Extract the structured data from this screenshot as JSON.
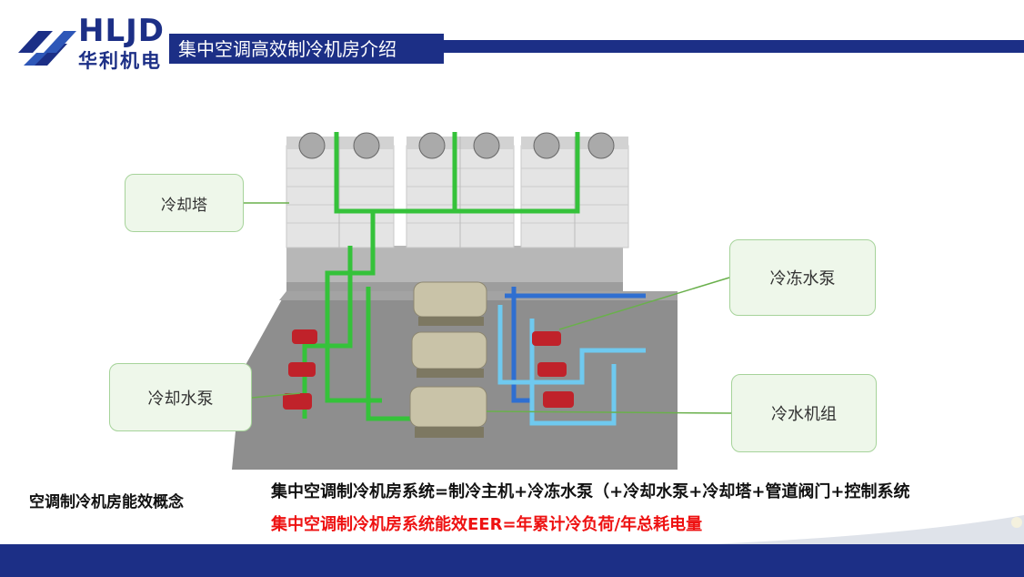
{
  "header": {
    "logo_en": "HLJD",
    "logo_cn": "华利机电",
    "title": "集中空调高效制冷机房介绍",
    "brand_color": "#1c2f86"
  },
  "diagram": {
    "callouts": {
      "cooling_tower": "冷却塔",
      "cooling_water_pump": "冷却水泵",
      "chilled_water_pump": "冷冻水泵",
      "chiller": "冷水机组"
    },
    "callout_border_color": "#a6d39a",
    "callout_fill_color": "#eef7ea",
    "pipe_green": "#35c23a",
    "pipe_blue": "#2f6fd1",
    "pipe_light_blue": "#6fc9ef",
    "pump_red": "#c0222a"
  },
  "concept": {
    "label": "空调制冷机房能效概念",
    "formula_system": "集中空调制冷机房系统=制冷主机+冷冻水泵（+冷却水泵+冷却塔+管道阀门+控制系统",
    "formula_eer": "集中空调制冷机房系统能效EER=年累计冷负荷/年总耗电量",
    "eer_color": "#ee1111"
  }
}
